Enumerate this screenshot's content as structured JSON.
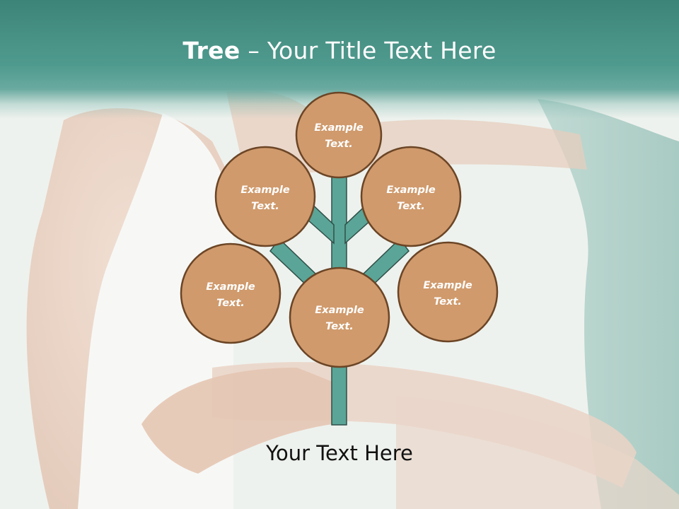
{
  "title": {
    "bold": "Tree",
    "rest": " – Your Title Text Here"
  },
  "nodes": [
    {
      "line1": "Example",
      "line2": "Text."
    },
    {
      "line1": "Example",
      "line2": "Text."
    },
    {
      "line1": "Example",
      "line2": "Text."
    },
    {
      "line1": "Example",
      "line2": "Text."
    },
    {
      "line1": "Example",
      "line2": "Text."
    },
    {
      "line1": "Example",
      "line2": "Text."
    }
  ],
  "caption": "Your Text Here",
  "colors": {
    "node_fill": "#d09a6c",
    "node_border": "#6b4526",
    "branch_fill": "#5aa597",
    "branch_border": "#2f4f48",
    "header": "#4a9488"
  }
}
